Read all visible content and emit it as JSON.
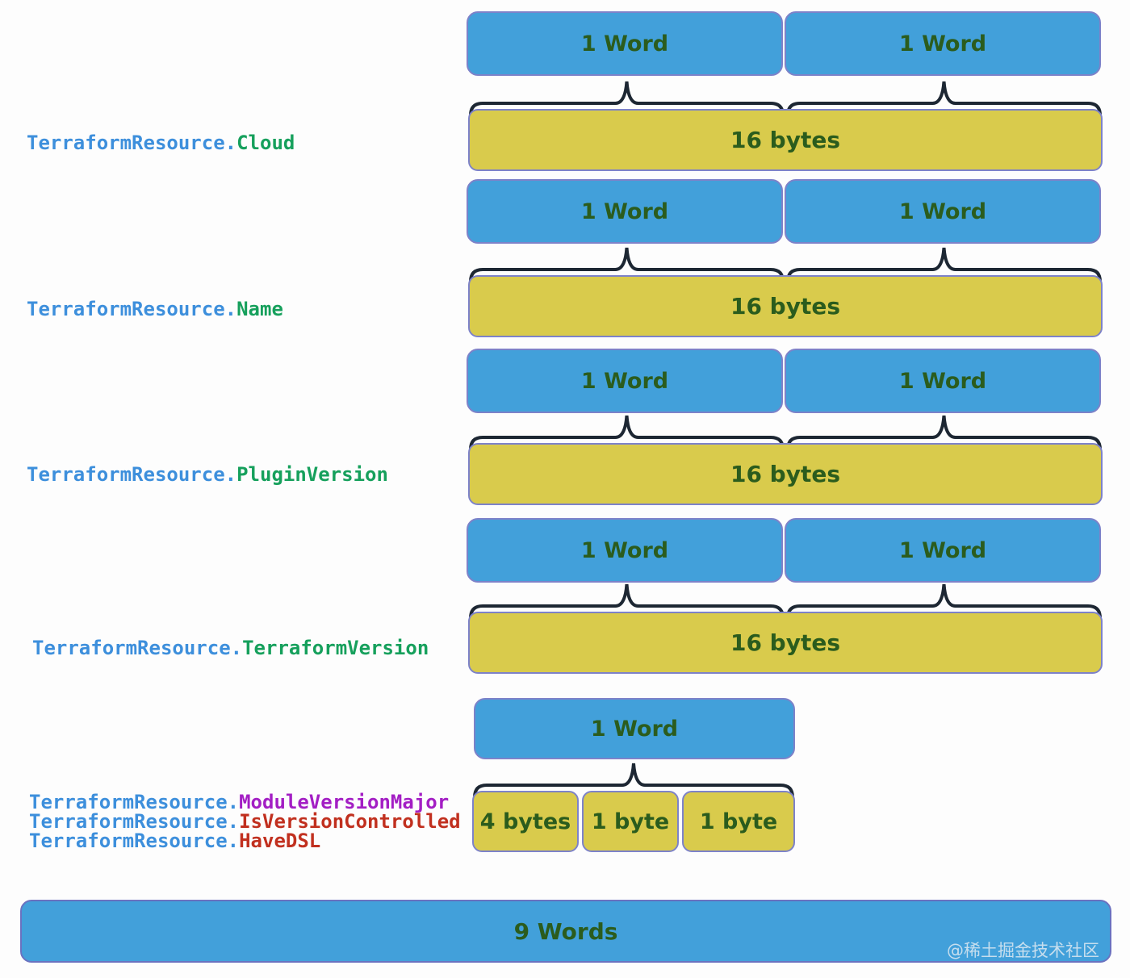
{
  "colors": {
    "word_box_fill": "#42a0da",
    "bytes_box_fill": "#d9cb4c",
    "box_border": "#7d82c9",
    "box_text_green": "#2b5c1d",
    "brace_stroke": "#1d2733",
    "label_prefix_blue": "#3d8fdc",
    "label_name_green": "#16a05c",
    "label_name_purple": "#a31ec4",
    "label_name_red": "#c1301f"
  },
  "groups": [
    {
      "prefix": "TerraformResource.",
      "name": "Cloud",
      "words": [
        "1 Word",
        "1 Word"
      ],
      "total": "16 bytes"
    },
    {
      "prefix": "TerraformResource.",
      "name": "Name",
      "words": [
        "1 Word",
        "1 Word"
      ],
      "total": "16 bytes"
    },
    {
      "prefix": "TerraformResource.",
      "name": "PluginVersion",
      "words": [
        "1 Word",
        "1 Word"
      ],
      "total": "16 bytes"
    },
    {
      "prefix": "TerraformResource.",
      "name": "TerraformVersion",
      "words": [
        "1 Word",
        "1 Word"
      ],
      "total": "16 bytes"
    }
  ],
  "packed_group": {
    "word": "1 Word",
    "bytes": [
      "4 bytes",
      "1 byte",
      "1 byte"
    ],
    "fields": [
      {
        "prefix": "TerraformResource.",
        "name": "ModuleVersionMajor"
      },
      {
        "prefix": "TerraformResource.",
        "name": "IsVersionControlled"
      },
      {
        "prefix": "TerraformResource.",
        "name": "HaveDSL"
      }
    ]
  },
  "footer": {
    "total": "9 Words"
  },
  "watermark": "@稀土掘金技术社区"
}
